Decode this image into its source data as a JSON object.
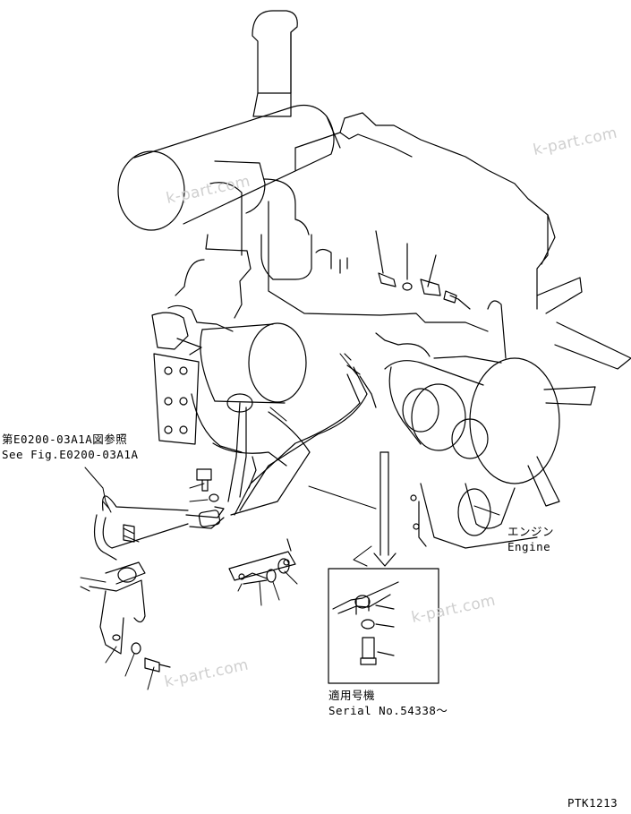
{
  "labels": {
    "ref_jp": "第E0200-03A1A図参照",
    "ref_en": "See Fig.E0200-03A1A",
    "engine_jp": "エンジン",
    "engine_en": "Engine",
    "serial_jp": "適用号機",
    "serial_en": "Serial No.54338～",
    "drawing_code": "PTK1213"
  },
  "watermarks": [
    "k-part.com",
    "k-part.com",
    "k-part.com",
    "k-part.com"
  ]
}
